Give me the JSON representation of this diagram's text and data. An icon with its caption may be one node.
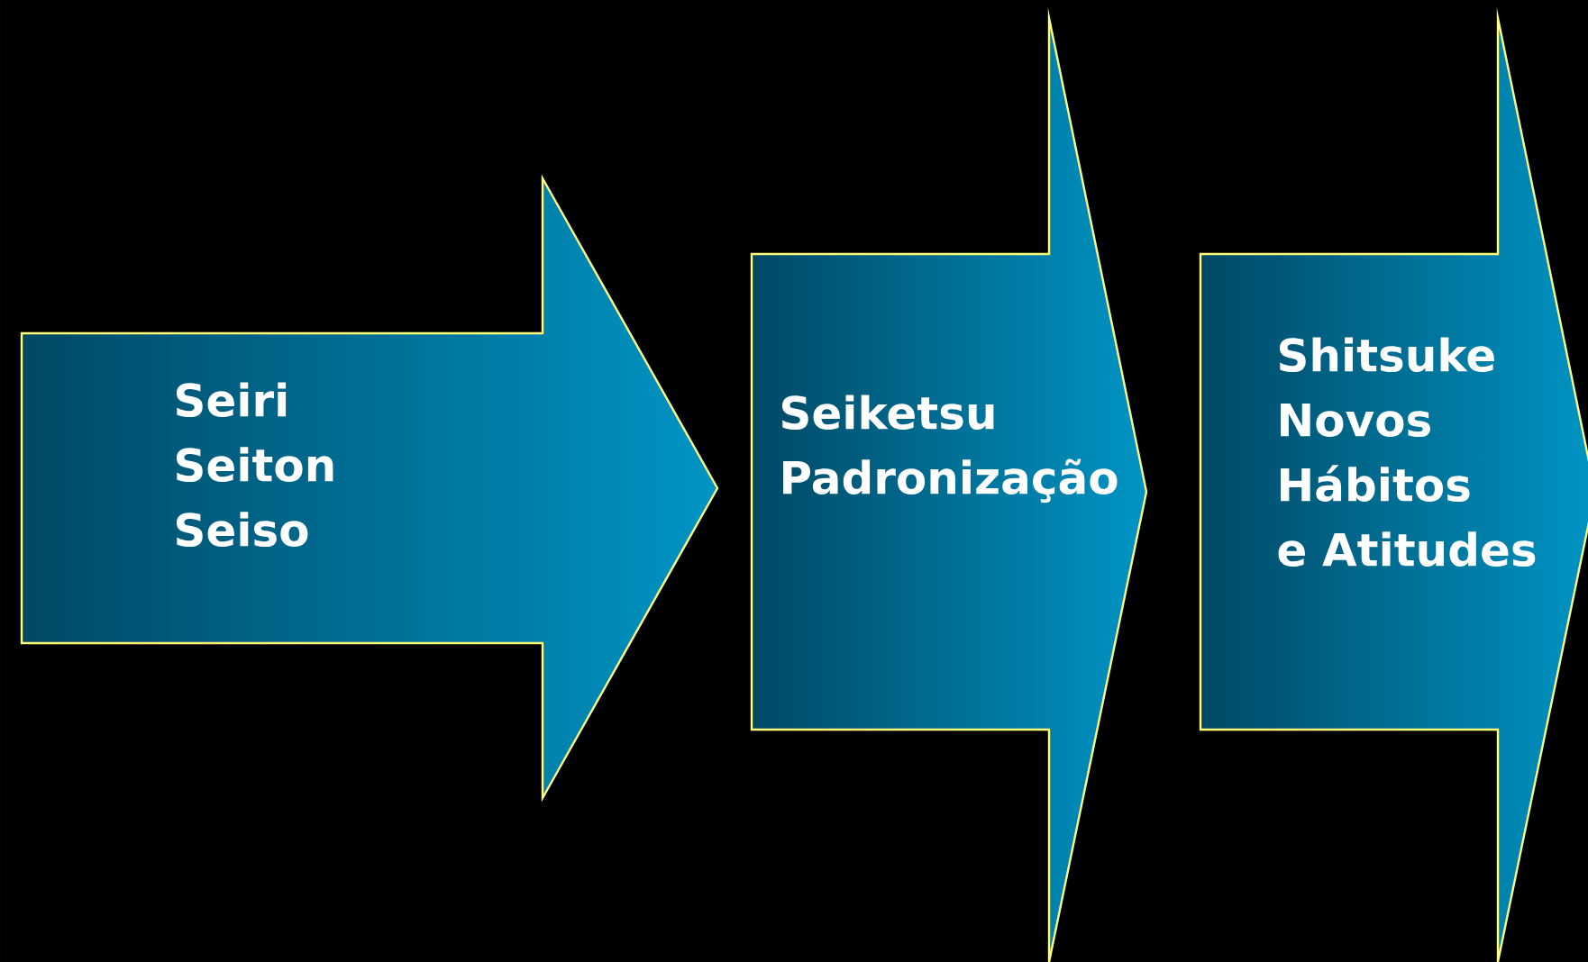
{
  "diagram": {
    "nodes": [
      {
        "text": [
          "Seiri",
          "Seiton",
          "Seiso"
        ]
      },
      {
        "text": [
          "Seiketsu",
          "Padronização"
        ]
      },
      {
        "text": [
          "Shitsuke",
          "Novos Hábitos e Atitudes"
        ]
      }
    ]
  }
}
